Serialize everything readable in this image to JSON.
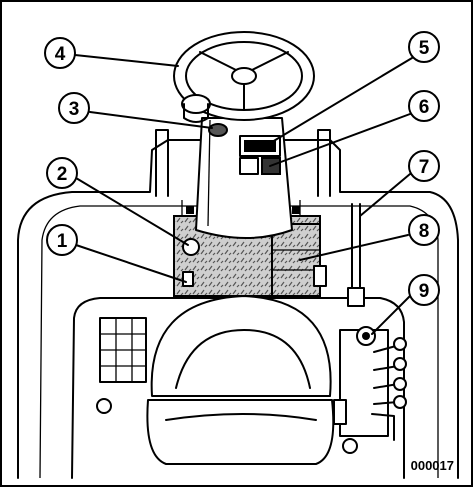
{
  "callouts": [
    "1",
    "2",
    "3",
    "4",
    "5",
    "6",
    "7",
    "8",
    "9"
  ],
  "figure_id": "000017"
}
